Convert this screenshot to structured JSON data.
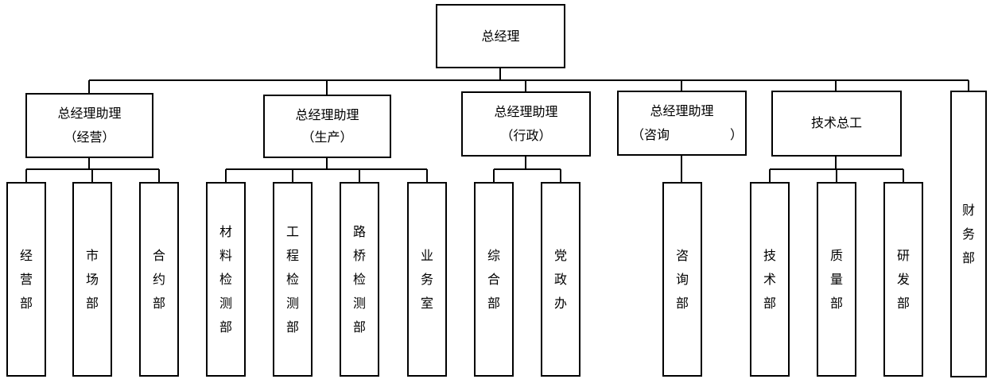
{
  "top": {
    "label": "总经理"
  },
  "mid": [
    {
      "line1": "总经理助理",
      "line2": "（经营）"
    },
    {
      "line1": "总经理助理",
      "line2": "（生产）"
    },
    {
      "line1": "总经理助理",
      "line2": "（行政）"
    },
    {
      "line1": "总经理助理",
      "line2": "（咨询",
      "line2b": "）"
    },
    {
      "line1": "技术总工"
    },
    {
      "col": "财务部"
    }
  ],
  "leaves": [
    {
      "group": 0,
      "text": "经营部"
    },
    {
      "group": 0,
      "text": "市场部"
    },
    {
      "group": 0,
      "text": "合约部"
    },
    {
      "group": 1,
      "text": "材料检测部"
    },
    {
      "group": 1,
      "text": "工程检测部"
    },
    {
      "group": 1,
      "text": "路桥检测部"
    },
    {
      "group": 1,
      "text": "业务室"
    },
    {
      "group": 2,
      "text": "综合部"
    },
    {
      "group": 2,
      "text": "党政办"
    },
    {
      "group": 3,
      "text": "咨询部"
    },
    {
      "group": 4,
      "text": "技术部"
    },
    {
      "group": 4,
      "text": "质量部"
    },
    {
      "group": 4,
      "text": "研发部"
    }
  ]
}
